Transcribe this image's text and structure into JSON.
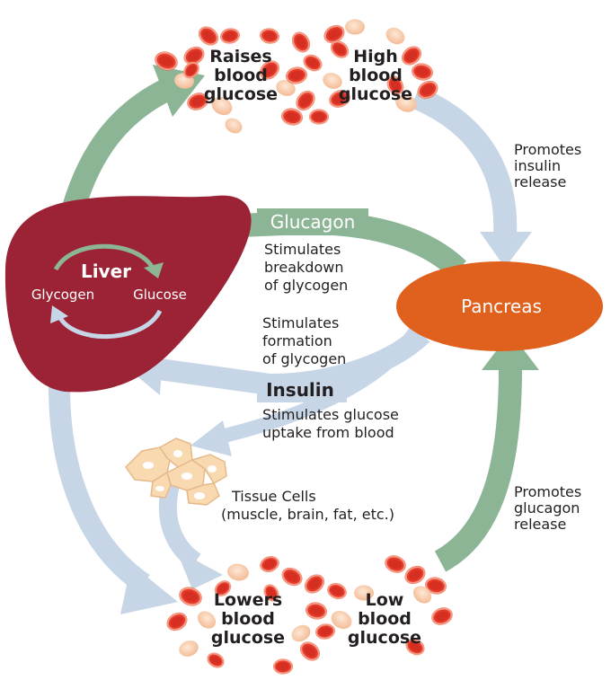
{
  "colors": {
    "green_arrow": "#8cb596",
    "blue_arrow": "#c6d6e6",
    "liver": "#9b2335",
    "pancreas": "#e0601d",
    "blood_cell": "#e53a2c",
    "blood_cell_light": "#f6c6a6",
    "tissue_cell": "#f8d9b0"
  },
  "top_cluster": {
    "raises_line1": "Raises",
    "raises_line2": "blood",
    "raises_line3": "glucose",
    "high_line1": "High",
    "high_line2": "blood",
    "high_line3": "glucose"
  },
  "bottom_cluster": {
    "lowers_line1": "Lowers",
    "lowers_line2": "blood",
    "lowers_line3": "glucose",
    "low_line1": "Low",
    "low_line2": "blood",
    "low_line3": "glucose"
  },
  "notes": {
    "promotes_insulin_1": "Promotes",
    "promotes_insulin_2": "insulin",
    "promotes_insulin_3": "release",
    "promotes_glucagon_1": "Promotes",
    "promotes_glucagon_2": "glucagon",
    "promotes_glucagon_3": "release",
    "breakdown_1": "Stimulates",
    "breakdown_2": "breakdown",
    "breakdown_3": "of glycogen",
    "formation_1": "Stimulates",
    "formation_2": "formation",
    "formation_3": "of glycogen",
    "uptake_1": "Stimulates glucose",
    "uptake_2": "uptake from blood"
  },
  "hormones": {
    "glucagon": "Glucagon",
    "insulin": "Insulin"
  },
  "organs": {
    "liver": "Liver",
    "glycogen": "Glycogen",
    "glucose": "Glucose",
    "pancreas": "Pancreas"
  },
  "tissue": {
    "line1": "Tissue Cells",
    "line2": "(muscle, brain, fat, etc.)"
  }
}
